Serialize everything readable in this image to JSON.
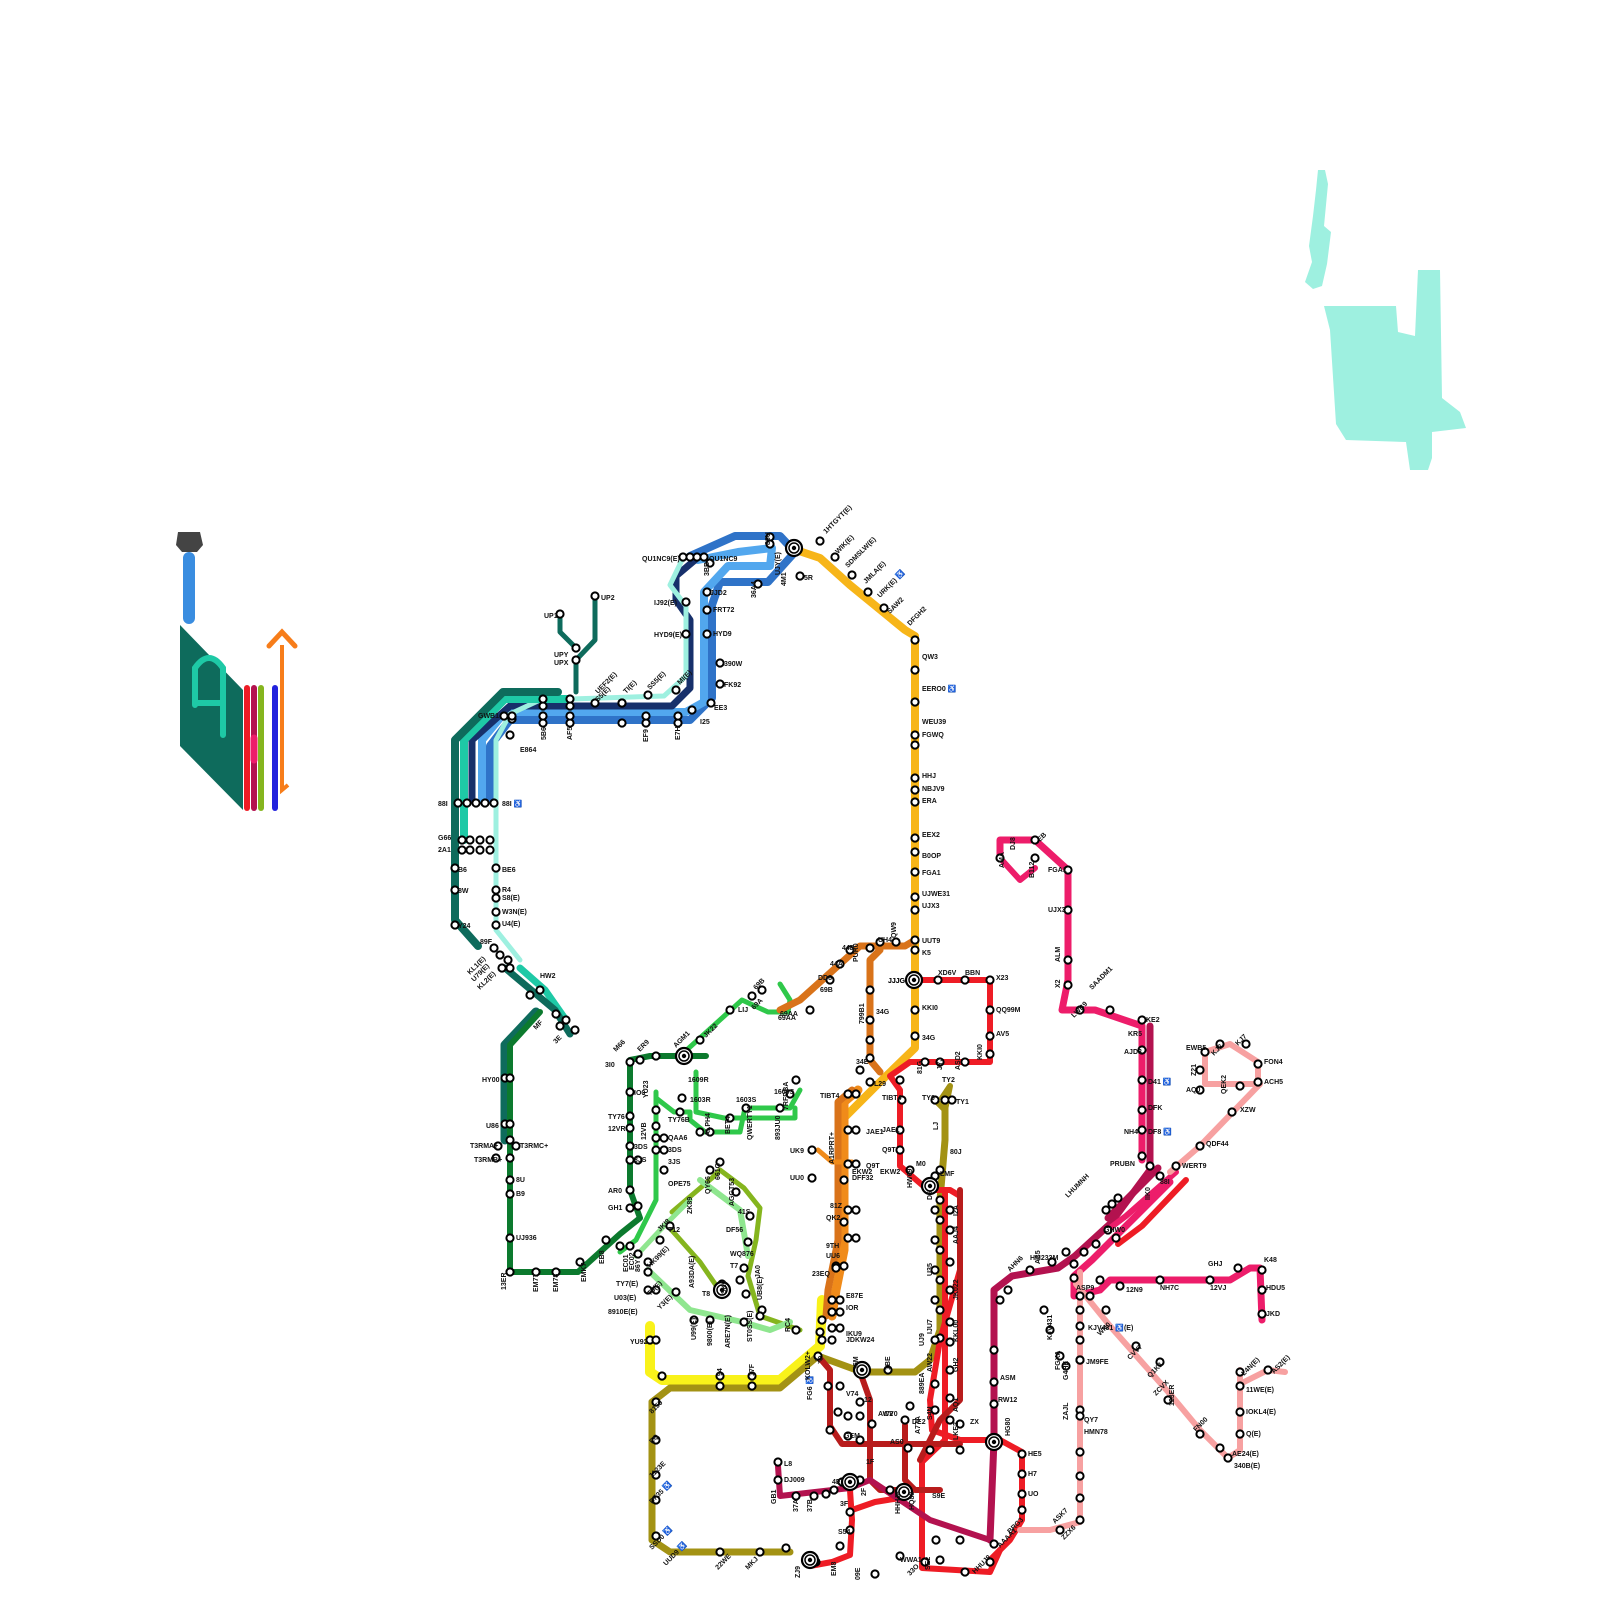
{
  "colors": {
    "yellow_line": "#f7b519",
    "red_line": "#ee1c25",
    "dark_red_line": "#b81c1c",
    "olive_line": "#a39214",
    "orange_line": "#f08b1a",
    "dark_orange_line": "#d9731a",
    "green_line": "#2fc84a",
    "dark_green_line": "#0c7a2e",
    "lime_line": "#85b51e",
    "light_green_line": "#8fe68f",
    "teal_line": "#0e6b5c",
    "aqua_line": "#1ec9a6",
    "mint_line": "#9ef0e0",
    "navy_line": "#17306b",
    "blue_line": "#2f73c8",
    "sky_line": "#52a7ee",
    "pink_line": "#ed1d6a",
    "magenta_line": "#b3124f",
    "salmon_line": "#f7a1a1",
    "bright_yellow_line": "#f9f21a",
    "station_fill": "#ffffff",
    "station_stroke": "#000000"
  },
  "icons": [
    "building-icon",
    "north-arrow-icon",
    "accessible-icon"
  ],
  "labels": {
    "yellow": [
      "1HTGYT(E)",
      "WIK(E)",
      "SDMSLW(E)",
      "JMLA(E)",
      "URK(E) ♿",
      "SAW2",
      "DFGH2",
      "QW3",
      "EERO0 ♿",
      "WEU39",
      "FGWQ",
      "HHJ",
      "NBJV9",
      "ERA",
      "EEX2",
      "B0OP",
      "FGA1",
      "UJWE31",
      "UJX3",
      "UUT9",
      "K5",
      "KKI0",
      "34G",
      "L29",
      "JJJG"
    ],
    "red": [
      "XD6V",
      "BBN",
      "X23",
      "QQ99M",
      "AV5",
      "KKI0",
      "JYJ",
      "ASD2",
      "81G",
      "TIBT4",
      "JAE1",
      "Q9T",
      "EKW2",
      "M0",
      "HW69",
      "LMF",
      "I2A",
      "AAJ4",
      "U35",
      "JK022",
      "IJU7",
      "KKL00",
      "AW22",
      "GH2",
      "S4N",
      "AQ1",
      "LKE2",
      "HE5",
      "H7",
      "UO",
      "AAAA1",
      "BRG3",
      "HHUJ8",
      "SE2",
      "WWA1",
      "33O",
      "09E",
      "EM8",
      "ZJ9",
      "S54",
      "3F",
      "2F",
      "1F",
      "AW2",
      "12",
      "V74",
      "FG6 ♿",
      "KOLW2+",
      "ASM",
      "RW12",
      "ZX",
      "HG80",
      "DE2",
      "AS0",
      "CV0",
      "GEM",
      "A77A"
    ],
    "olive": [
      "TY2",
      "TY0",
      "TY1",
      "LJ",
      "80J",
      "ASK7",
      "1BE",
      "35M",
      "889EA",
      "UJ9",
      "D5",
      "MKJ",
      "22WE",
      "UUD9 ♿",
      "SSD0 ♿",
      "DF35 ♿",
      "1123E",
      "EQ",
      "8159",
      "12",
      "94",
      "17F",
      "YU92"
    ],
    "orange": [
      "44B",
      "44A",
      "DD8",
      "69B",
      "PUR0",
      "JJJG",
      "799B1",
      "34G",
      "34E",
      "TIBT4",
      "JAE1",
      "Q9T",
      "EKW2",
      "DFF32",
      "81Z",
      "QK2",
      "9TH",
      "UU6",
      "23EQ",
      "E87E",
      "IOR",
      "IKU9",
      "JDKW24",
      "UK9",
      "UU0",
      "A1RPRT+",
      "69AA",
      "UH4",
      "QW9"
    ],
    "green": [
      "69B",
      "LIJ",
      "69A",
      "69AA",
      "JK22",
      "AGM1",
      "1609R",
      "1603R",
      "1603S",
      "1609S",
      "QWERTY1",
      "893JU0",
      "7RFDBA",
      "BET4",
      "ALPH4",
      "TY76B",
      "QAA6",
      "3DS",
      "3JS",
      "OPE75",
      "12VB",
      "YU23"
    ],
    "dark_green": [
      "M66",
      "ER9",
      "3I0",
      "IO0",
      "TY76",
      "12VR",
      "3DS",
      "3JS",
      "AR0",
      "GH1",
      "EB8",
      "EC01",
      "EC02",
      "86Y",
      "EMK7",
      "EM78",
      "EM77",
      "13ER",
      "UJ936",
      "B9",
      "8U",
      "T3RMB+",
      "T3RMA+",
      "T3RMC+",
      "U86",
      "HY00"
    ],
    "lime": [
      "JKI8",
      "ZK89",
      "QY66",
      "661G",
      "AGGT53",
      "41S",
      "DF56",
      "WQ876",
      "T7",
      "T8",
      "T12",
      "JA0",
      "UB8(E)",
      "RC4",
      "KRW3S8"
    ],
    "light_green": [
      "HK99(E)",
      "TY7(E)",
      "U03(E)",
      "8910E(E)",
      "T5(E)",
      "Y3(E)",
      "U99(E)",
      "9800(E)",
      "A93DA(E)",
      "ARE7N(E)",
      "ST0SS(E)",
      "SK0"
    ],
    "teal": [
      "UP1",
      "UP2",
      "UPY",
      "UPX",
      "GWB1",
      "88I",
      "88I ♿",
      "G66",
      "2A1",
      "B6",
      "8W",
      "Y24",
      "89F",
      "KL1(E)",
      "U79(E)",
      "KL2(E)",
      "HW2",
      "MF",
      "3E"
    ],
    "mint": [
      "UEF2(E)",
      "TI(E)",
      "SS5(E)",
      "MI(E)",
      "S5(E)",
      "BE6",
      "R4",
      "S8(E)",
      "W3N(E)",
      "U4(E)"
    ],
    "blue": [
      "QU1NC9(E)",
      "QU1NC9",
      "88U",
      "UJY(E)",
      "5R",
      "4M1",
      "36A4",
      "JJD2",
      "FRT72",
      "HYD9",
      "390W",
      "FK92",
      "EE3",
      "I25",
      "E7H",
      "EF9",
      "AF5",
      "5B6",
      "E864",
      "IJ92(E)",
      "HYD9(E)",
      "3BB"
    ],
    "pink": [
      "DJ8",
      "EB",
      "AMA",
      "B112",
      "FGA1",
      "UJX3",
      "ALM",
      "X2",
      "SAADM1",
      "LWB9",
      "KE2",
      "KR5",
      "AJD3",
      "D41 ♿",
      "DFK",
      "NH4",
      "DF8 ♿",
      "PRUBN",
      "88I",
      "IIK0",
      "LHUMNH",
      "GHW0",
      "HM233M",
      "AHN6",
      "AS5",
      "ASP9",
      "12N9",
      "NH7C",
      "12VJ",
      "GHJ",
      "K48",
      "HDU5",
      "JKD"
    ],
    "salmon": [
      "EWB5",
      "KJ8",
      "KJ7",
      "FON4",
      "ACH5",
      "Z21",
      "AQ0",
      "QEK2",
      "XZW",
      "QDF44",
      "WERT9",
      "KJV431",
      "KJV431 ♿(E)",
      "FGXA",
      "G4HE",
      "WN0",
      "CVV7",
      "Q1K3",
      "ZCVX",
      "123ER",
      "FN00",
      "AE24(E)",
      "340B(E)",
      "L4N(E)",
      "AS2(E)",
      "11WE(E)",
      "IOKL4(E)",
      "Q(E)",
      "ZAJL",
      "QY7",
      "HMN78",
      "JM9FE",
      "ZZX6"
    ],
    "magenta": [
      "L8",
      "DJ009",
      "GB1",
      "37A",
      "37B",
      "4E",
      "HHHJ8",
      "HQ88",
      "S9E"
    ]
  }
}
